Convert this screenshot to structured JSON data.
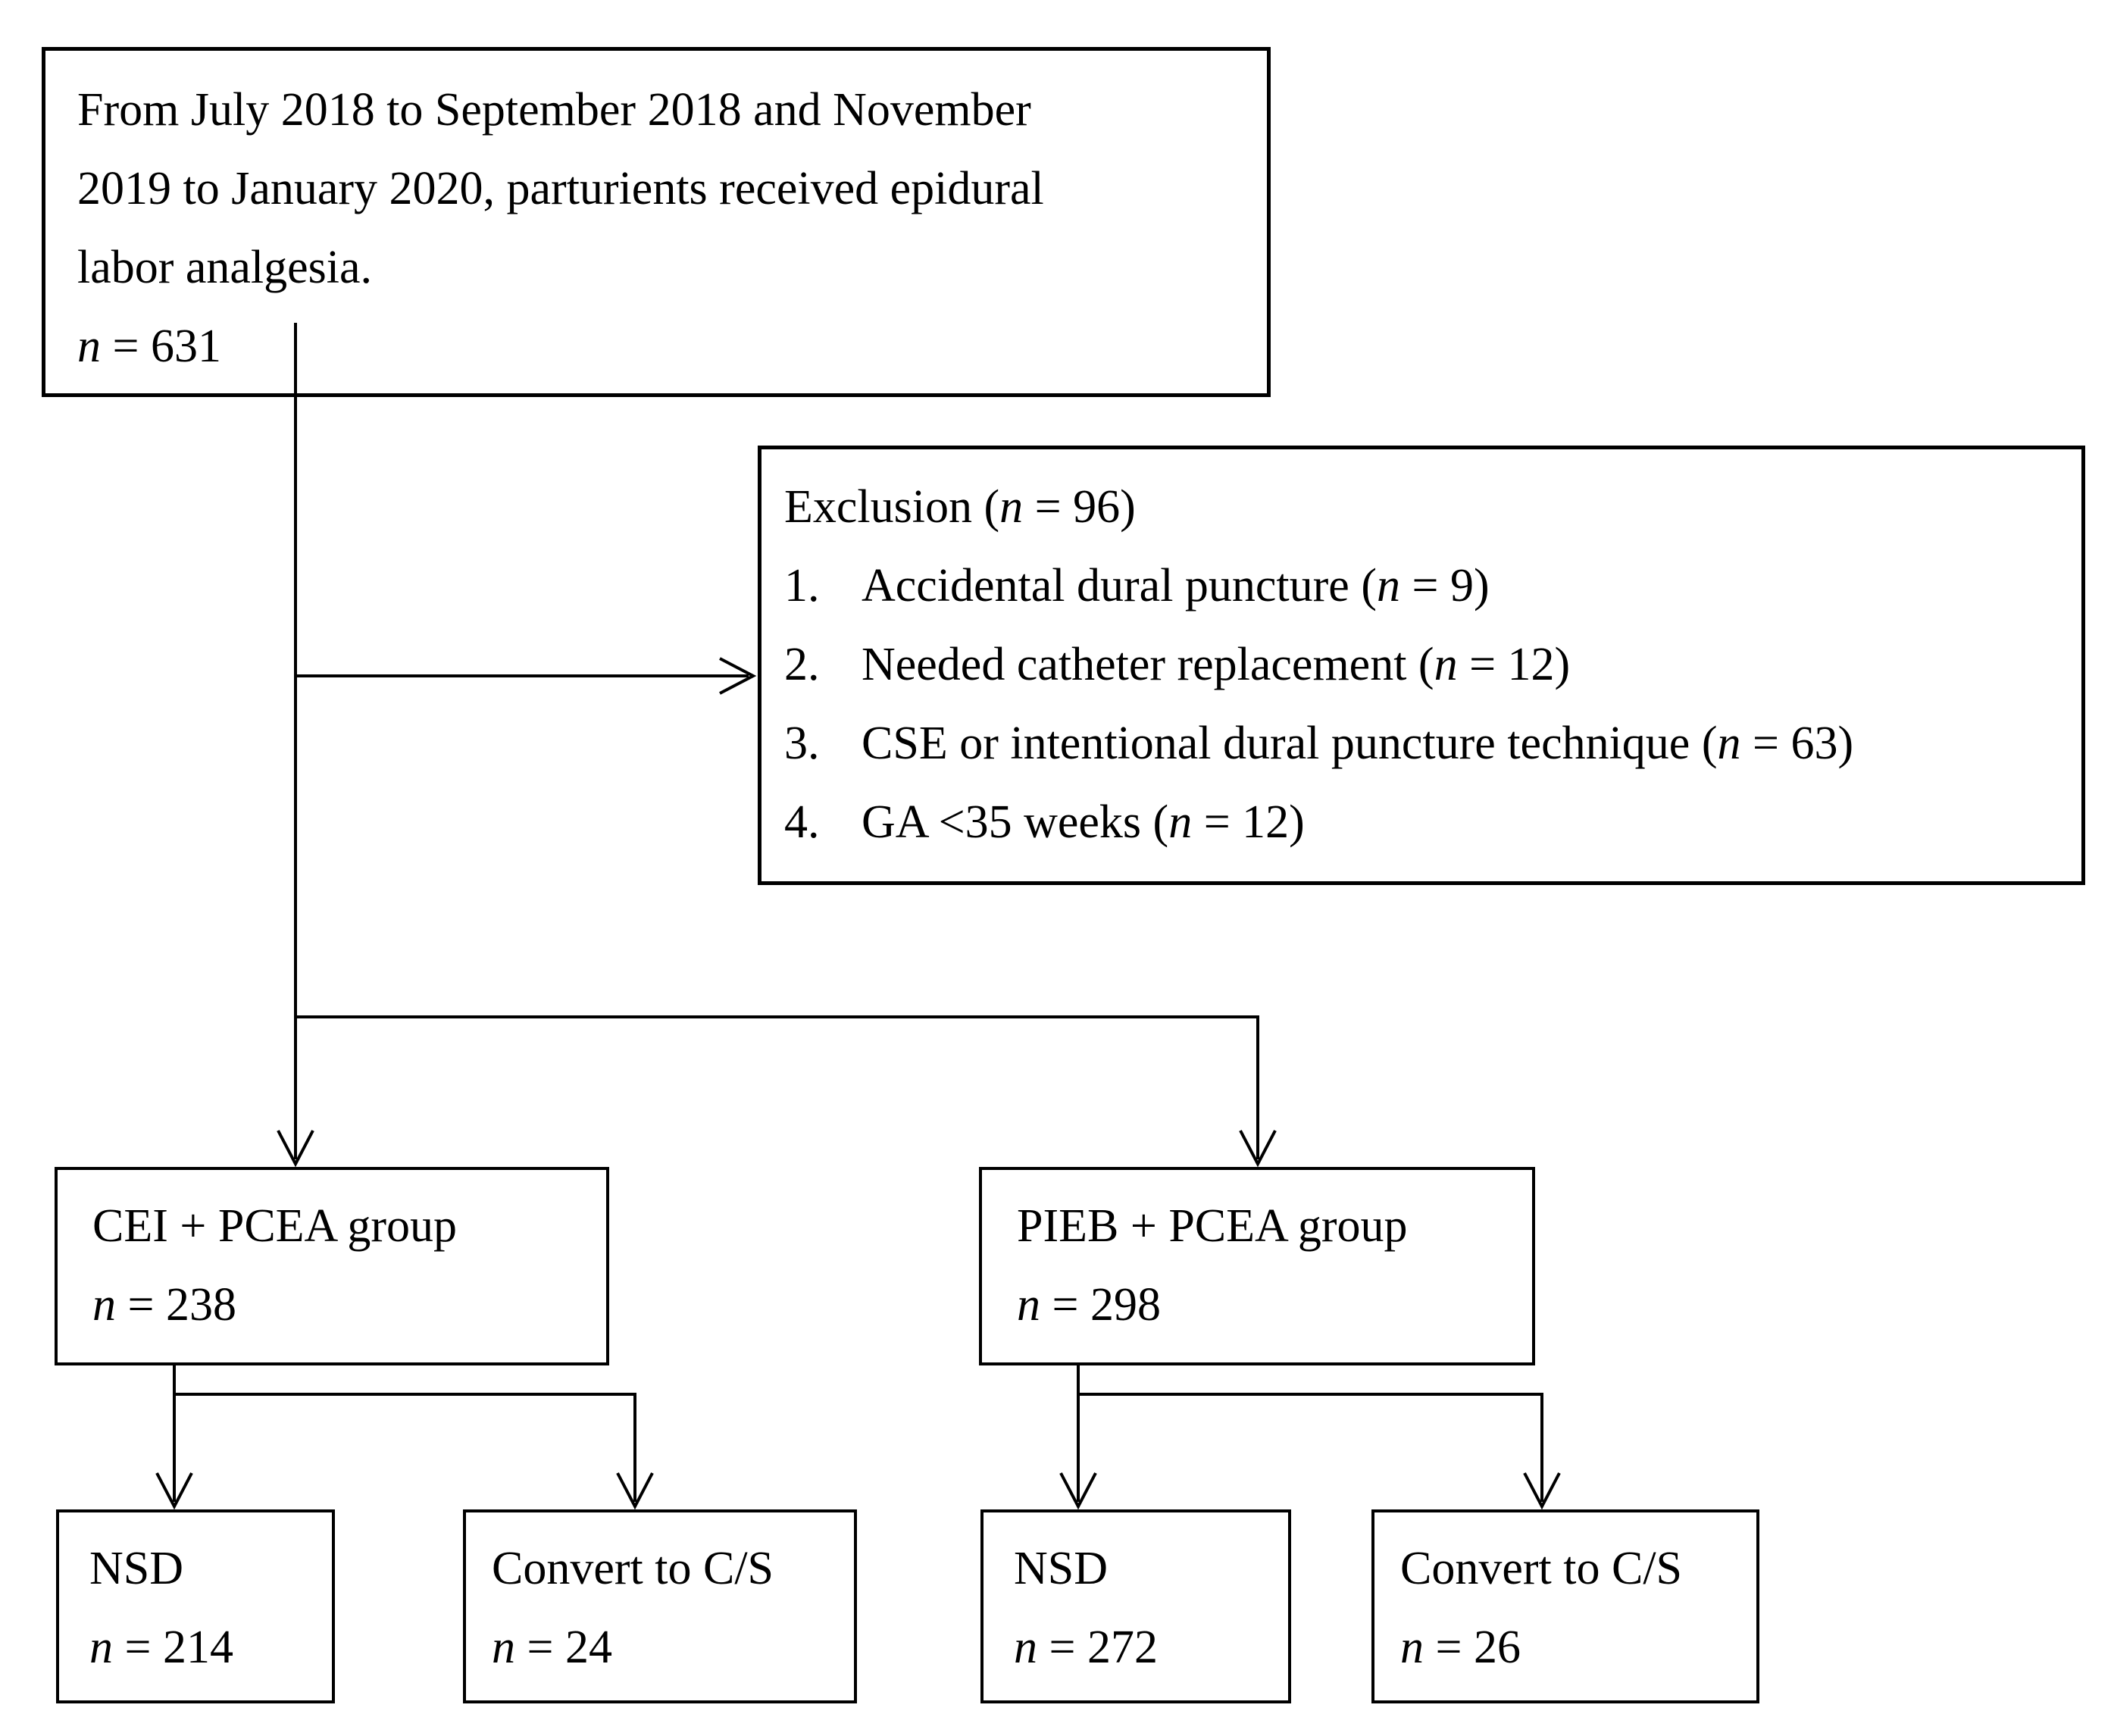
{
  "source_box": {
    "line1": "From July 2018 to September 2018 and November",
    "line2": "2019 to January 2020, parturients received epidural",
    "line3": "labor analgesia.",
    "n": "n",
    "n_value": " = 631"
  },
  "exclusion_box": {
    "title_prefix": "Exclusion (",
    "title_n": "n",
    "title_suffix": " = 96)",
    "items": [
      {
        "num": "1.",
        "text": "Accidental dural puncture (",
        "n": "n",
        "value": " = 9)"
      },
      {
        "num": "2.",
        "text": "Needed catheter replacement (",
        "n": "n",
        "value": " = 12)"
      },
      {
        "num": "3.",
        "text": "CSE or intentional dural puncture technique (",
        "n": "n",
        "value": " = 63)"
      },
      {
        "num": "4.",
        "text": "GA <35 weeks (",
        "n": "n",
        "value": " = 12)"
      }
    ]
  },
  "groups": [
    {
      "name": "CEI + PCEA group",
      "n": "n",
      "value": " = 238"
    },
    {
      "name": "PIEB + PCEA group",
      "n": "n",
      "value": " = 298"
    }
  ],
  "outcomes": [
    {
      "name": "NSD",
      "n": "n",
      "value": " = 214"
    },
    {
      "name": "Convert to C/S",
      "n": "n",
      "value": " = 24"
    },
    {
      "name": "NSD",
      "n": "n",
      "value": " = 272"
    },
    {
      "name": "Convert to C/S",
      "n": "n",
      "value": " = 26"
    }
  ],
  "colors": {
    "line": "#000000",
    "text": "#000000",
    "background": "#ffffff"
  }
}
